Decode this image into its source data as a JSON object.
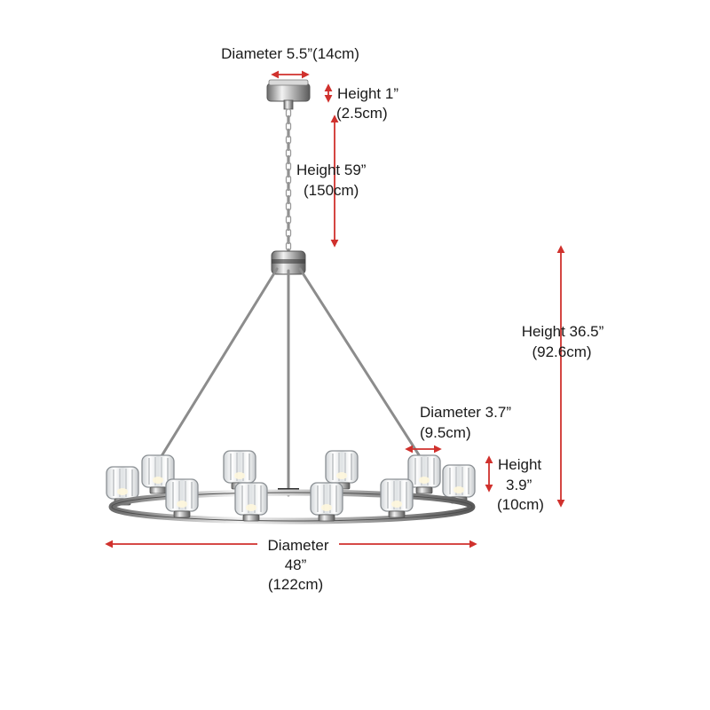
{
  "accent_color": "#d0312d",
  "metal_color": "#9a9a9a",
  "labels": {
    "canopy_diameter": "Diameter 5.5”(14cm)",
    "canopy_height_line1": "Height 1”",
    "canopy_height_line2": "(2.5cm)",
    "chain_height_line1": "Height 59”",
    "chain_height_line2": "(150cm)",
    "body_height_line1": "Height 36.5”",
    "body_height_line2": "(92.6cm)",
    "shade_diameter_line1": "Diameter 3.7”",
    "shade_diameter_line2": "(9.5cm)",
    "shade_height_line1": "Height",
    "shade_height_line2": "3.9”",
    "shade_height_line3": "(10cm)",
    "ring_diameter_line1": "Diameter",
    "ring_diameter_line2": "48”",
    "ring_diameter_line3": "(122cm)"
  }
}
